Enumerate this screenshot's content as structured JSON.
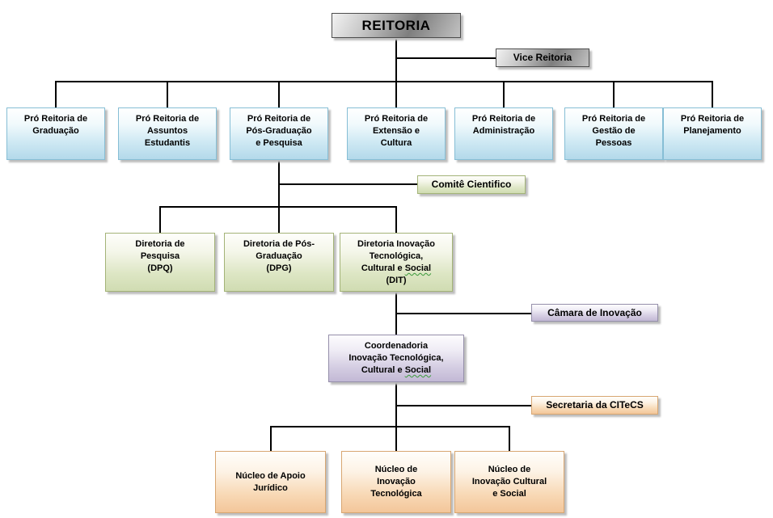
{
  "colors": {
    "line": "#000000",
    "level1_metal": "#8e8e8e",
    "level2_blue_fill": "#b3d9ea",
    "level2_blue_border": "#86bed5",
    "level3_green_fill": "#d0dcb2",
    "level3_green_border": "#a3b377",
    "level4_purple_fill": "#c2b8d5",
    "level4_purple_border": "#958faa",
    "level5_orange_fill": "#f3c69a",
    "level5_orange_border": "#d8a671",
    "spellcheck_squiggle": "#3a9a3a"
  },
  "nodes": {
    "reitoria": {
      "label": "REITORIA"
    },
    "vice_reitoria": {
      "label": "Vice Reitoria"
    },
    "pro_reitorias": [
      {
        "label": "Pró Reitoria de\nGraduação"
      },
      {
        "label": "Pró Reitoria de\nAssuntos\nEstudantis"
      },
      {
        "label": "Pró Reitoria de\nPós-Graduação\ne Pesquisa"
      },
      {
        "label": "Pró Reitoria de\nExtensão e\nCultura"
      },
      {
        "label": "Pró Reitoria de\nAdministração"
      },
      {
        "label": "Pró Reitoria de\nGestão de\nPessoas"
      },
      {
        "label": "Pró Reitoria de\nPlanejamento"
      }
    ],
    "comite_cientifico": {
      "label": "Comitê Cientifico"
    },
    "diretorias": [
      {
        "label": "Diretoria de\nPesquisa\n(DPQ)"
      },
      {
        "label": "Diretoria de Pós-\nGraduação\n(DPG)"
      },
      {
        "label_pre": "Diretoria Inovação\nTecnológica,\nCultural e ",
        "label_social": "Social",
        "label_post": "\n(DIT)"
      }
    ],
    "camara_inovacao": {
      "label": "Câmara de Inovação"
    },
    "coordenadoria_citecs": {
      "label_pre": "Coordenadoria\nInovação Tecnológica,\nCultural e ",
      "label_social": "Social"
    },
    "secretaria_citecs": {
      "label": "Secretaria da CITeCS"
    },
    "nucleos": [
      {
        "label": "Núcleo de Apoio\nJurídico"
      },
      {
        "label": "Núcleo de\nInovação\nTecnológica"
      },
      {
        "label": "Núcleo de\nInovação Cultural\ne Social"
      }
    ]
  },
  "hierarchy": {
    "reitoria": [
      "vice_reitoria",
      "pro_reitorias[0..6]"
    ],
    "pro_reitoria_pos_graduacao_e_pesquisa": [
      "comite_cientifico",
      "diretorias[0..2]"
    ],
    "diretoria_dit": [
      "camara_inovacao",
      "coordenadoria_citecs"
    ],
    "coordenadoria_citecs": [
      "secretaria_citecs",
      "nucleos[0..2]"
    ]
  }
}
